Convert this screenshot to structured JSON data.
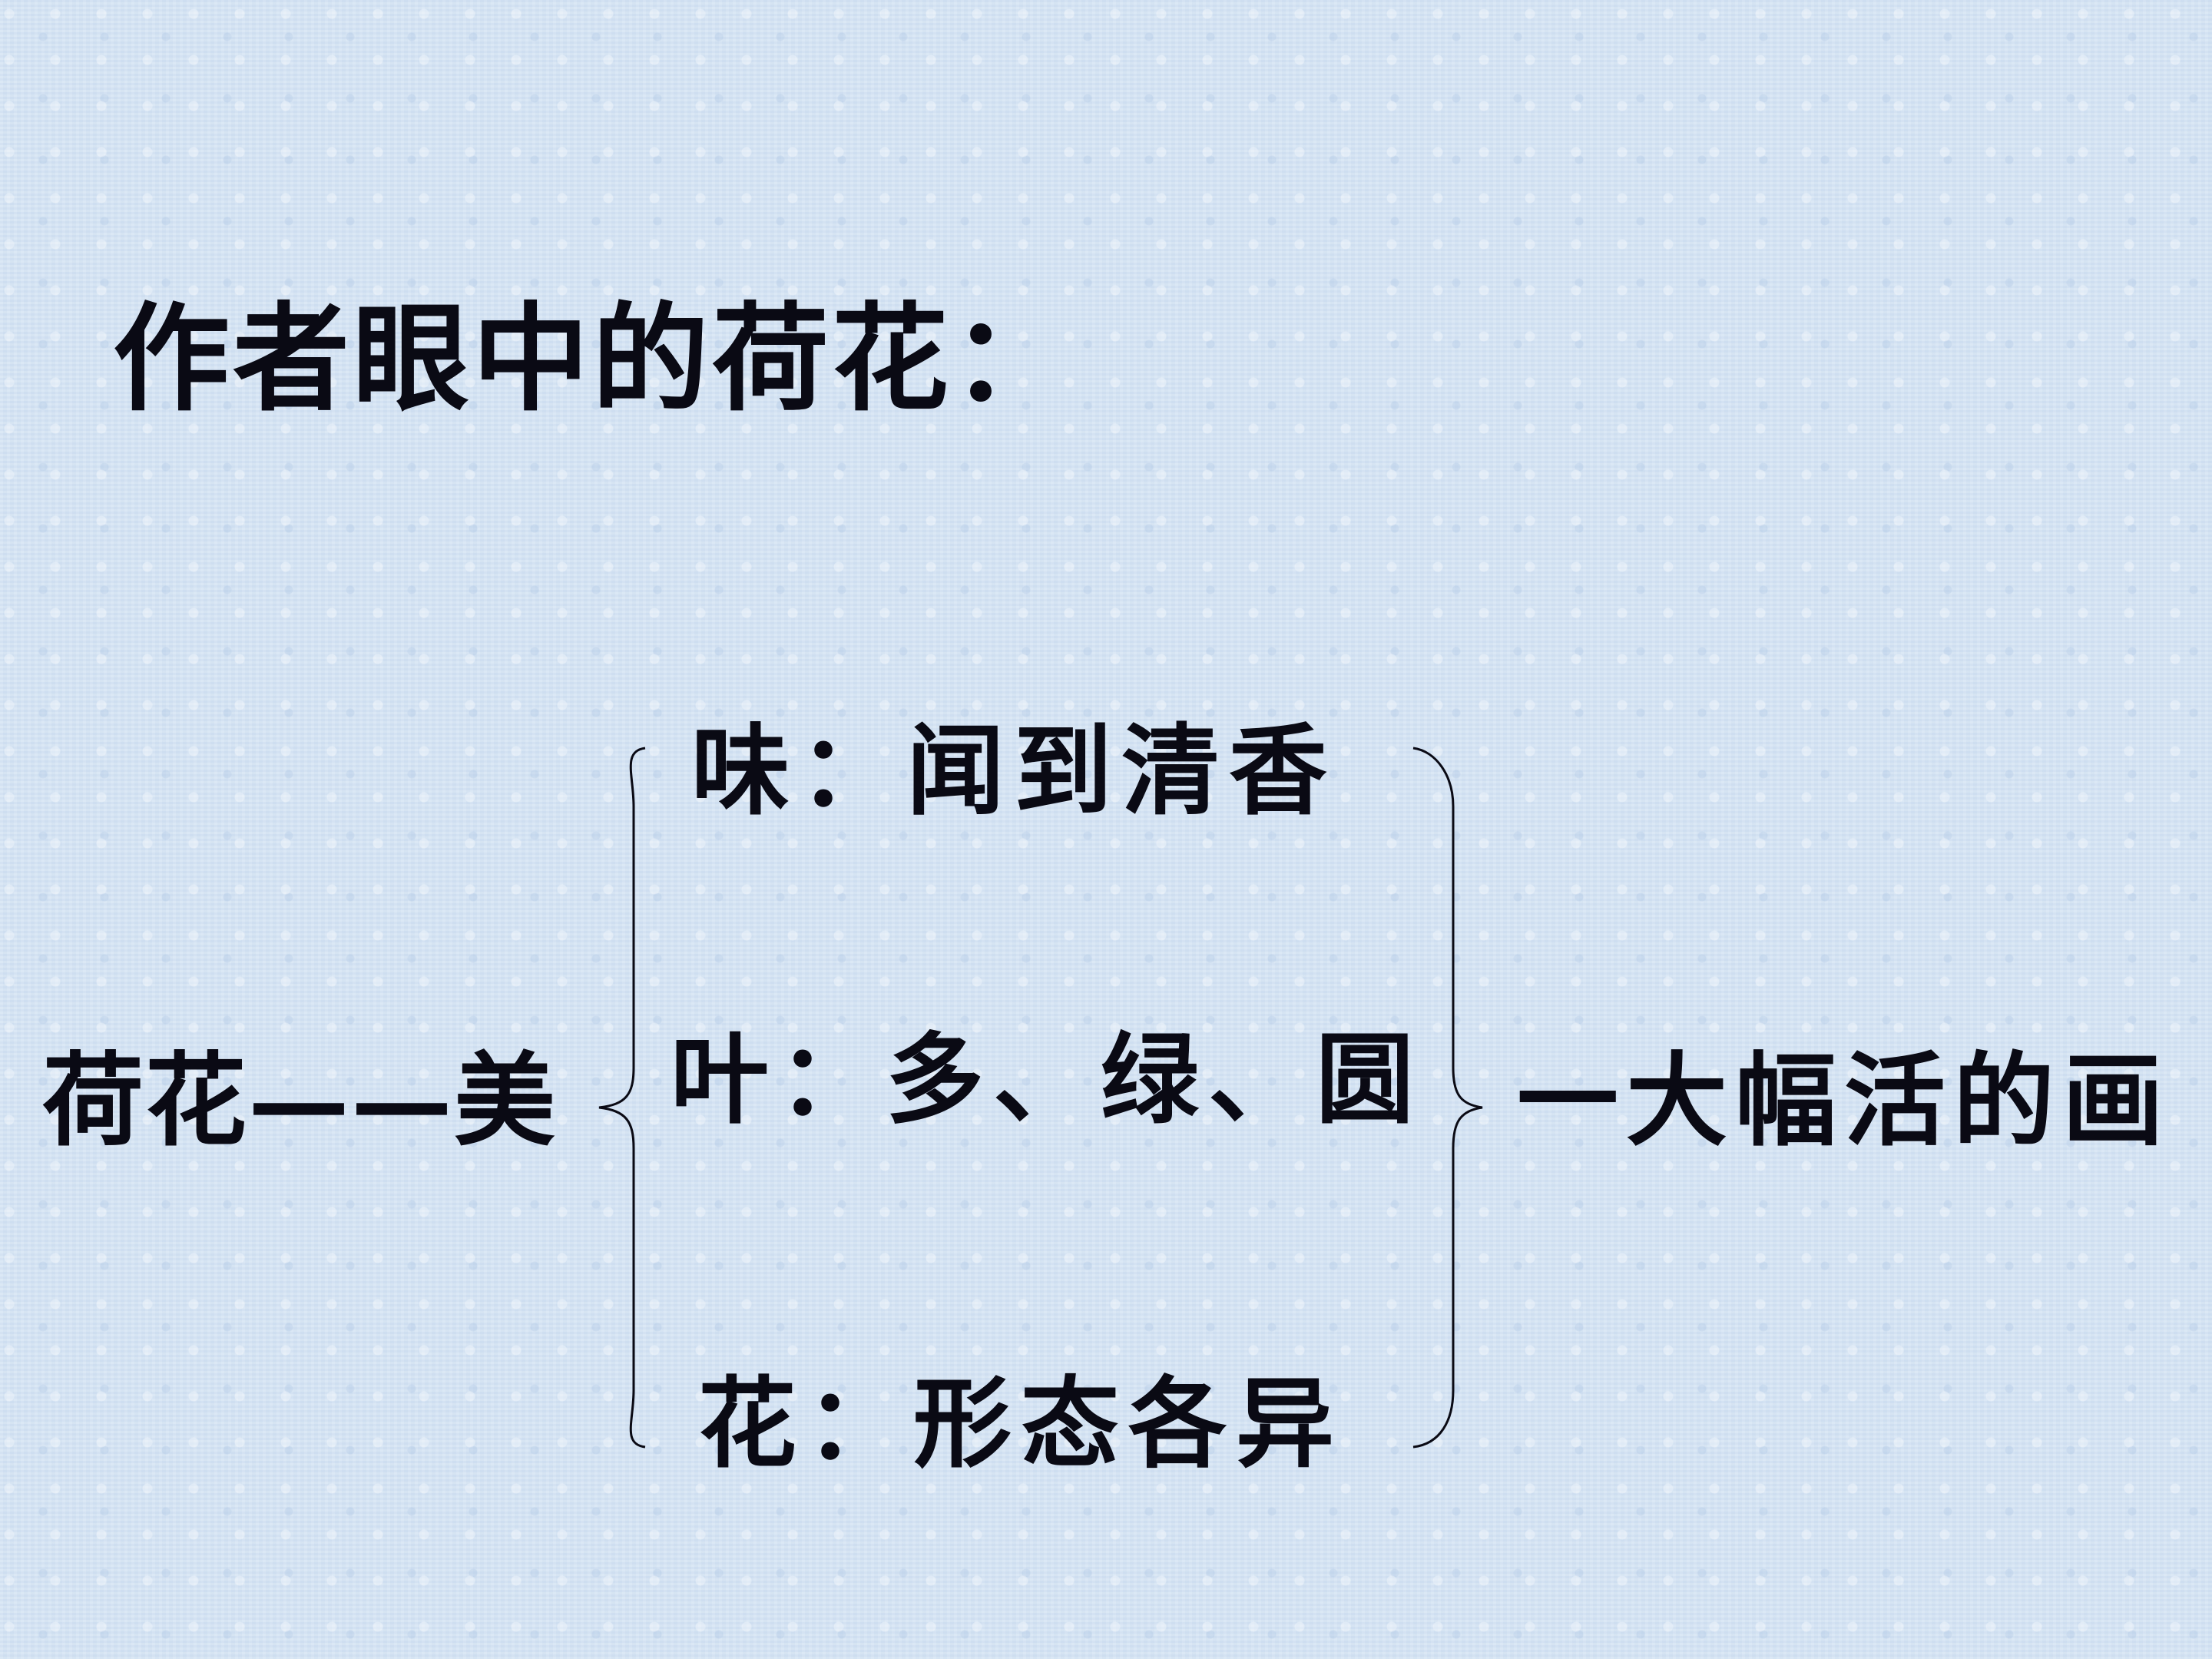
{
  "slide": {
    "title": "作者眼中的荷花：",
    "subject": "荷花——美",
    "conclusion": "一大幅活的画",
    "aspects": [
      {
        "label": "味：闻到清香"
      },
      {
        "label": "叶：多、绿、圆"
      },
      {
        "label": "花：形态各异"
      }
    ],
    "colors": {
      "background": "#d4e3f3",
      "text": "#0a0a14"
    },
    "icons": {
      "left_brace": "left-curly-brace",
      "right_brace": "right-curly-brace"
    }
  }
}
